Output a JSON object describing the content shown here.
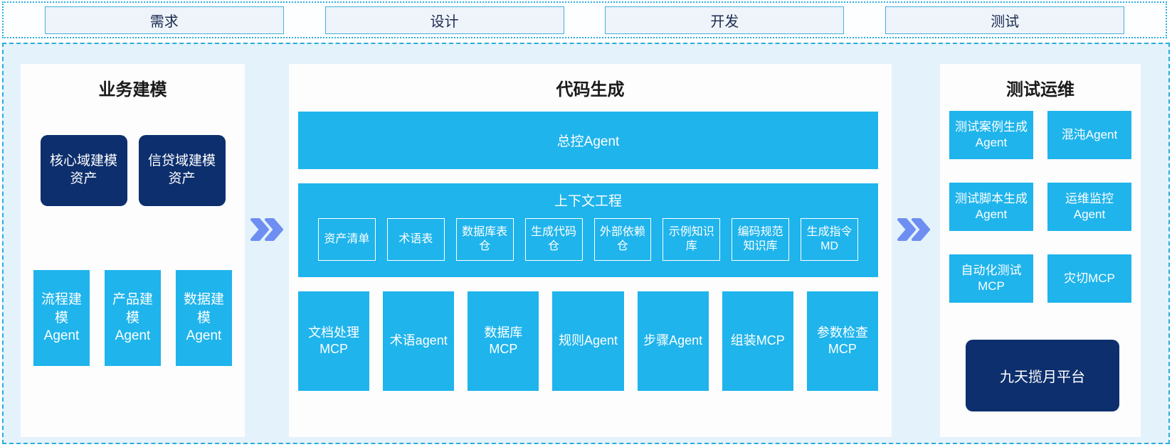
{
  "colors": {
    "cyan": "#1fb4ec",
    "navy": "#0d2f6d",
    "container_bg": "#e4f2fc",
    "dashed_border": "#2badde",
    "phase_box_bg": "#eef4f9",
    "phase_text": "#1c2b50",
    "chevron_blue": "#6e8ef2",
    "title_text": "#1a1a1a"
  },
  "top_phases": [
    {
      "label": "需求"
    },
    {
      "label": "设计"
    },
    {
      "label": "开发"
    },
    {
      "label": "测试"
    }
  ],
  "panels": {
    "business_modeling": {
      "title": "业务建模",
      "asset_boxes": [
        "核心域建模资产",
        "信贷域建模资产"
      ],
      "agent_boxes": [
        "流程建模Agent",
        "产品建模Agent",
        "数据建模Agent"
      ]
    },
    "code_generation": {
      "title": "代码生成",
      "master_agent": "总控Agent",
      "context_engineering": {
        "title": "上下文工程",
        "items": [
          "资产清单",
          "术语表",
          "数据库表仓",
          "生成代码仓",
          "外部依赖仓",
          "示例知识库",
          "编码规范知识库",
          "生成指令MD"
        ]
      },
      "tools": [
        "文档处理MCP",
        "术语agent",
        "数据库MCP",
        "规则Agent",
        "步骤Agent",
        "组装MCP",
        "参数检查MCP"
      ]
    },
    "test_ops": {
      "title": "测试运维",
      "boxes": [
        "测试案例生成Agent",
        "混沌Agent",
        "测试脚本生成Agent",
        "运维监控Agent",
        "自动化测试MCP",
        "灾切MCP"
      ],
      "platform": "九天揽月平台"
    }
  }
}
